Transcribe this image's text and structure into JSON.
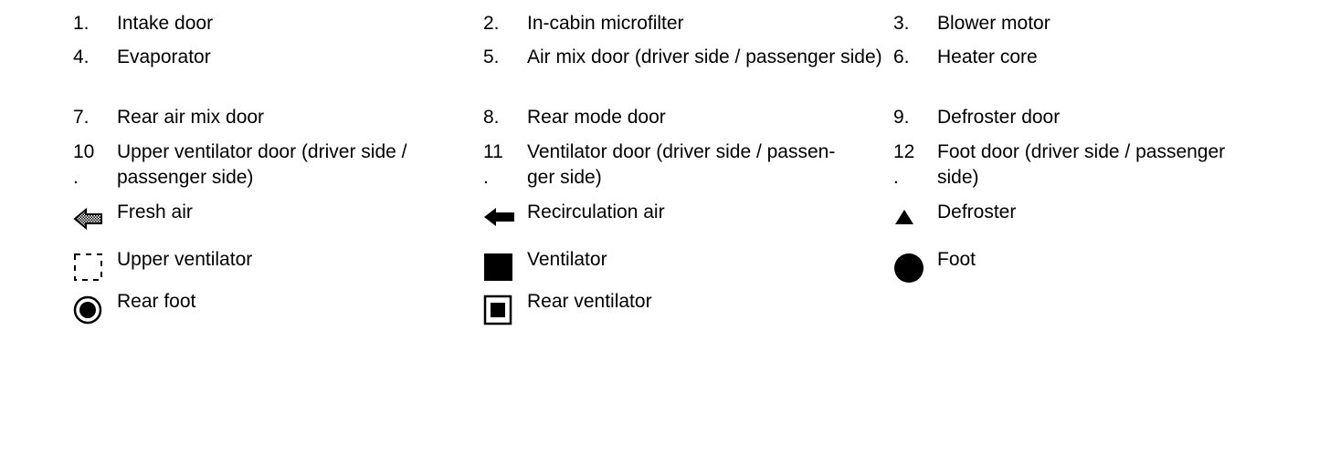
{
  "legend": {
    "items": [
      {
        "num": "1.",
        "label": "Intake door"
      },
      {
        "num": "2.",
        "label": "In-cabin microfilter"
      },
      {
        "num": "3.",
        "label": "Blower motor"
      },
      {
        "num": "4.",
        "label": "Evaporator"
      },
      {
        "num": "5.",
        "label": "Air mix door (driver side / passenger side)"
      },
      {
        "num": "6.",
        "label": "Heater core"
      },
      {
        "num": "7.",
        "label": "Rear air mix door"
      },
      {
        "num": "8.",
        "label": "Rear mode door"
      },
      {
        "num": "9.",
        "label": "Defroster door"
      },
      {
        "num": "10",
        "num_dot": ".",
        "label_line1": "Upper ventilator door (driver side /",
        "label_line2": "passenger side)"
      },
      {
        "num": "11",
        "num_dot": ".",
        "label_line1": "Ventilator door (driver side / passen-",
        "label_line2": "ger side)"
      },
      {
        "num": "12",
        "num_dot": ".",
        "label_line1": "Foot door (driver side / passenger",
        "label_line2": "side)"
      }
    ],
    "symbols": [
      {
        "icon": "fresh-air-arrow-icon",
        "label": "Fresh air"
      },
      {
        "icon": "recirculation-arrow-icon",
        "label": "Recirculation air"
      },
      {
        "icon": "triangle-icon",
        "label": "Defroster"
      },
      {
        "icon": "dashed-square-icon",
        "label": "Upper ventilator"
      },
      {
        "icon": "filled-square-icon",
        "label": "Ventilator"
      },
      {
        "icon": "filled-circle-icon",
        "label": "Foot"
      },
      {
        "icon": "circle-dot-icon",
        "label": "Rear foot"
      },
      {
        "icon": "square-dot-icon",
        "label": "Rear ventilator"
      }
    ]
  }
}
